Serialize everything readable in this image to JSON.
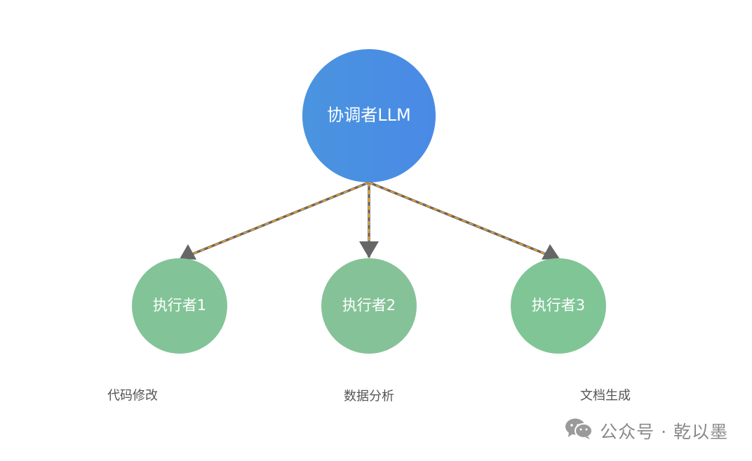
{
  "nodes": {
    "coordinator": {
      "label": "协调者LLM",
      "color": "#4a90e2"
    },
    "executors": [
      {
        "label": "执行者1",
        "task": "代码修改"
      },
      {
        "label": "执行者2",
        "task": "数据分析"
      },
      {
        "label": "执行者3",
        "task": "文档生成"
      }
    ],
    "executor_color": "#82c497"
  },
  "edges": {
    "line_color": "#666666",
    "dash_color": "#f0a020"
  },
  "watermark": {
    "icon": "wechat-icon",
    "text": "公众号 · 乾以墨"
  }
}
